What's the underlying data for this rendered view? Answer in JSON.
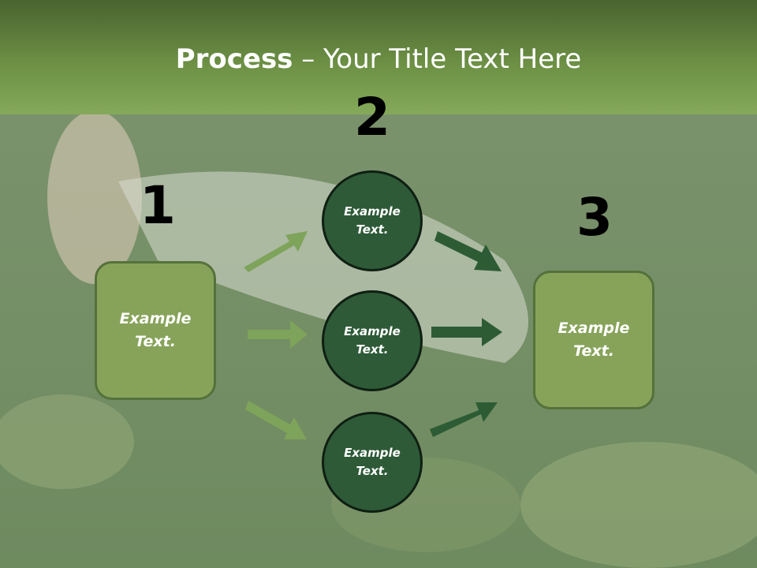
{
  "title": {
    "bold": "Process",
    "rest": " – Your Title Text Here"
  },
  "steps": {
    "n1": "1",
    "n2": "2",
    "n3": "3"
  },
  "left_box": {
    "line1": "Example",
    "line2": "Text."
  },
  "right_box": {
    "line1": "Example",
    "line2": "Text."
  },
  "circles": [
    {
      "line1": "Example",
      "line2": "Text."
    },
    {
      "line1": "Example",
      "line2": "Text."
    },
    {
      "line1": "Example",
      "line2": "Text."
    }
  ],
  "colors": {
    "light_green": "#87a35a",
    "dark_green": "#2e5a37",
    "arrow_light": "#7ea35a",
    "arrow_dark": "#2d5c34"
  }
}
